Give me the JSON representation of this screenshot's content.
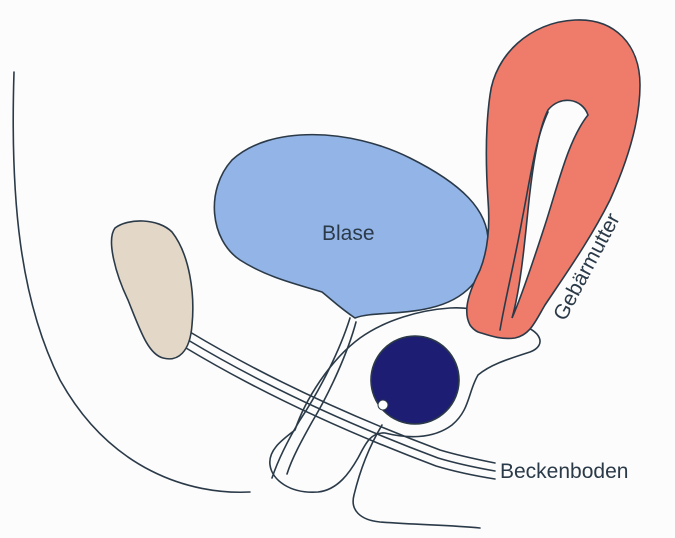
{
  "labels": {
    "bladder": "Blase",
    "uterus": "Gebärmutter",
    "pelvic_floor": "Beckenboden"
  },
  "colors": {
    "background": "#fcfcfc",
    "outline": "#2b3a48",
    "bladder": "#93b4e6",
    "uterus": "#ef7b6b",
    "pubic_bone": "#e3d8c8",
    "rectum": "#1d1e73"
  }
}
